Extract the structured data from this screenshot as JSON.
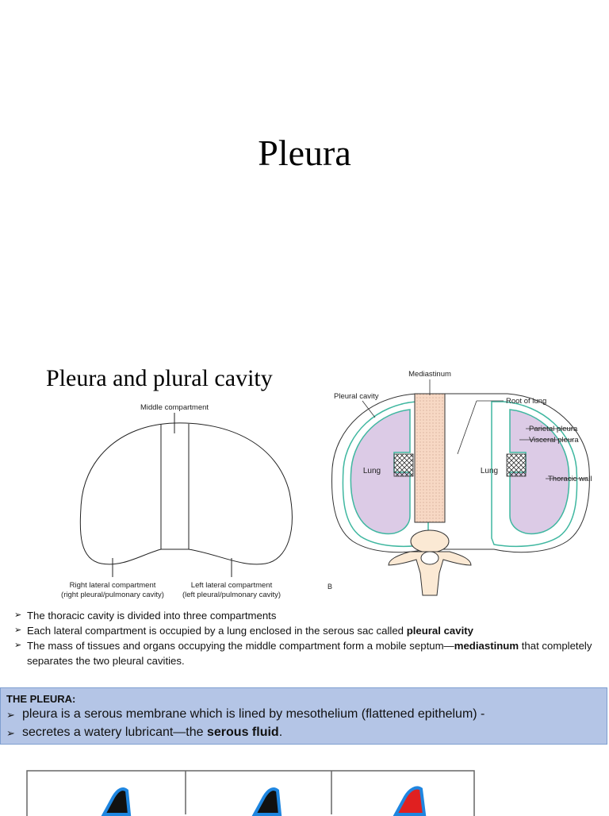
{
  "slide": {
    "title": "Pleura"
  },
  "section": {
    "title": "Pleura and plural cavity"
  },
  "diagram_a": {
    "label_middle": "Middle compartment",
    "label_right": "Right lateral compartment",
    "label_right_sub": "(right pleural/pulmonary cavity)",
    "label_left": "Left lateral compartment",
    "label_left_sub": "(left pleural/pulmonary cavity)"
  },
  "diagram_b": {
    "label_mediastinum": "Mediastinum",
    "label_pleural_cavity": "Pleural cavity",
    "label_root": "Root of lung",
    "label_parietal": "Parietal pleura",
    "label_visceral": "Visceral pleura",
    "label_thoracic": "Thoracic wall",
    "label_lung_left": "Lung",
    "label_lung_right": "Lung",
    "figure_letter": "B"
  },
  "bullets": {
    "marker": "➢",
    "b1": "The thoracic cavity is divided into three compartments",
    "b2_pre": "Each lateral compartment is occupied by a lung enclosed in the serous sac called ",
    "b2_bold": "pleural cavity",
    "b3_pre": "The mass of tissues and organs occupying the middle compartment form a mobile septum—",
    "b3_bold": "mediastinum",
    "b3_post": " that completely separates the two pleural cavities."
  },
  "pleura_box": {
    "heading": "THE PLEURA:",
    "line1": "pleura is a serous membrane which is lined by mesothelium (flattened epithelum) -",
    "line2_pre": "secretes a watery lubricant—the ",
    "line2_bold": "serous fluid",
    "line2_post": "."
  },
  "colors": {
    "lung_fill": "#dccbe6",
    "pleura_line": "#3fb7a0",
    "bone_fill": "#fbe9d4",
    "box_bg": "#b4c5e6",
    "blue_shape": "#1f86e0",
    "red_shape": "#e02020"
  }
}
